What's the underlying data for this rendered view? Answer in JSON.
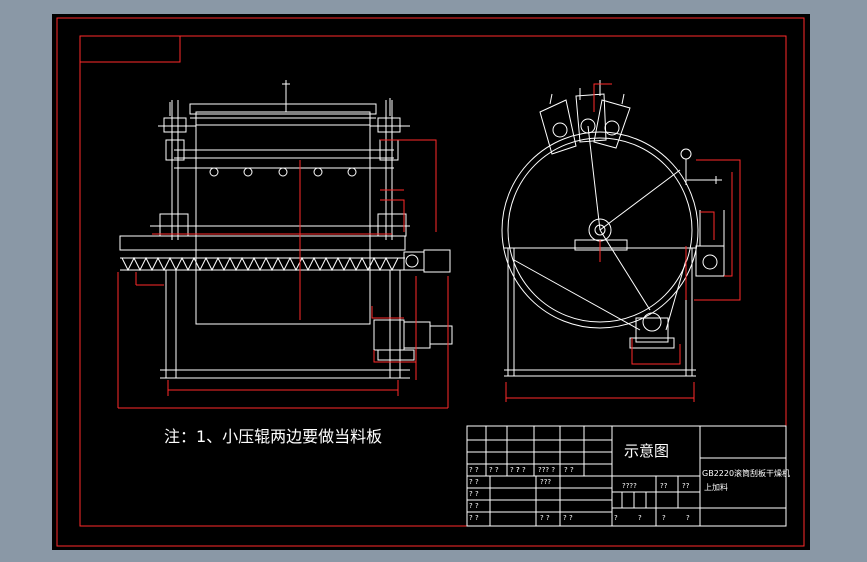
{
  "note_text": "注：1、小压辊两边要做当料板",
  "title_block": {
    "drawing_title": "示意图",
    "model_name": "GB2220滚筒刮板干燥机",
    "model_sub": "上加料",
    "row_cells_a": [
      "? ?",
      "? ?",
      "? ?",
      "? ?",
      "??? ?",
      "? ?"
    ],
    "row_cells_b": [
      "? ?",
      "? ?",
      "???"
    ],
    "row_cells_c": [
      "? ?",
      "? ?",
      "? ?",
      "? ?"
    ],
    "mid_cells": [
      "????",
      "??",
      "??"
    ],
    "bottom_cells": [
      "?",
      "?",
      "?",
      "?"
    ]
  },
  "colors": {
    "background_outer": "#8a98a6",
    "sheet": "#000000",
    "frame": "#ff2020",
    "linework": "#ffffff",
    "dimension": "#ff2a2a"
  }
}
